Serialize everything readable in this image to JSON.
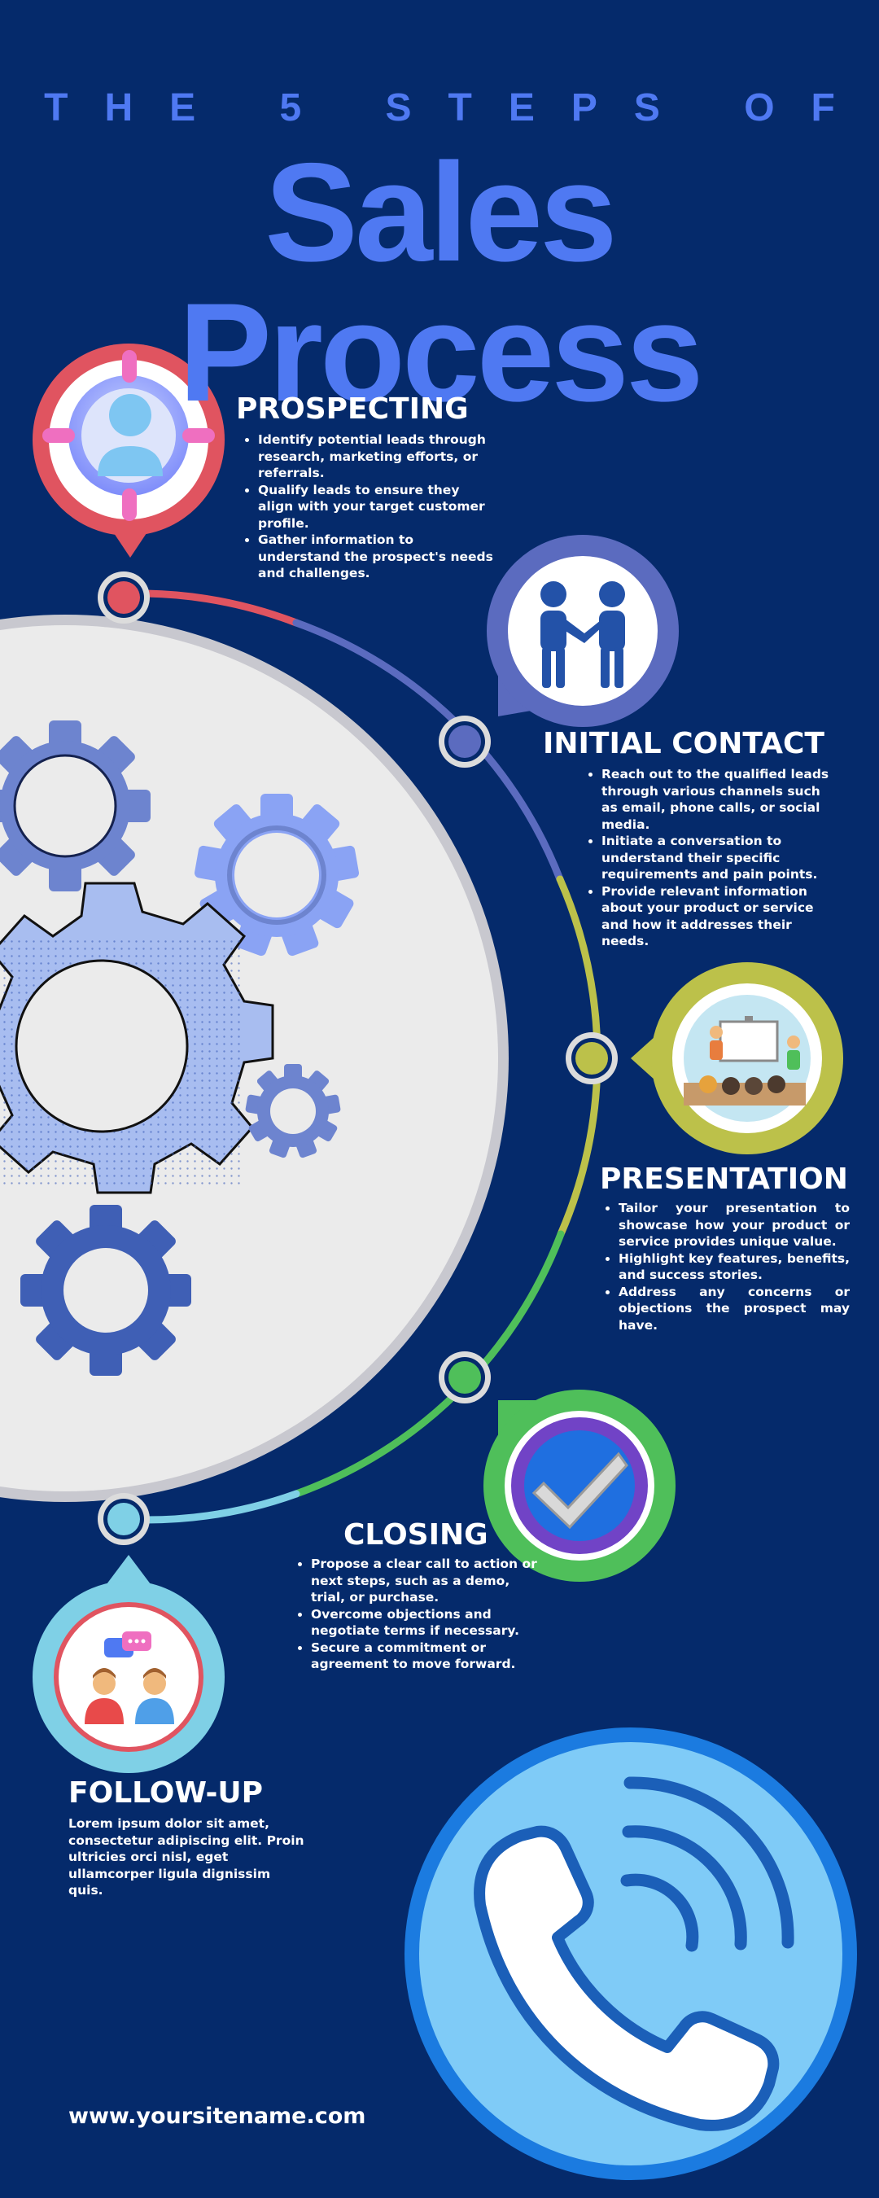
{
  "header": {
    "kicker": "THE 5 STEPS OF",
    "title": "Sales Process"
  },
  "colors": {
    "background": "#052a6b",
    "title_blue": "#4f79f2",
    "prospecting": "#e05460",
    "initial_contact": "#5b6bbf",
    "presentation": "#bcc14a",
    "closing": "#4fbf5a",
    "follow_up": "#7fd0e6",
    "phone": "#7fcbf7"
  },
  "steps": {
    "prospecting": {
      "title": "PROSPECTING",
      "icon": "user-target-icon",
      "bullets": [
        "Identify potential leads through research, marketing efforts, or referrals.",
        "Qualify leads to ensure they align with your target customer profile.",
        "Gather information to understand the prospect's needs and challenges."
      ]
    },
    "initial_contact": {
      "title": "INITIAL CONTACT",
      "icon": "handshake-people-icon",
      "bullets": [
        "Reach out to the qualified leads through various channels such as email, phone calls, or social media.",
        "Initiate a conversation to understand their specific requirements and pain points.",
        "Provide relevant information about your product or service and how it addresses their needs."
      ]
    },
    "presentation": {
      "title": "PRESENTATION",
      "icon": "presentation-board-icon",
      "bullets": [
        "Tailor your presentation to showcase how your product or service provides unique value.",
        "Highlight key features, benefits, and success stories.",
        "Address any concerns or objections the prospect may have."
      ]
    },
    "closing": {
      "title": "CLOSING",
      "icon": "checkmark-icon",
      "bullets": [
        "Propose a clear call to action or next steps, such as a demo, trial, or purchase.",
        "Overcome objections and negotiate terms if necessary.",
        "Secure a commitment or agreement to move forward."
      ]
    },
    "follow_up": {
      "title": "FOLLOW-UP",
      "icon": "chat-people-icon",
      "text": "Lorem ipsum dolor sit amet, consectetur adipiscing elit. Proin ultricies orci nisl, eget ullamcorper ligula dignissim quis."
    }
  },
  "decor": {
    "gears": "gears-illustration",
    "phone": "phone-call-icon"
  },
  "footer": {
    "website": "www.yoursitename.com"
  }
}
